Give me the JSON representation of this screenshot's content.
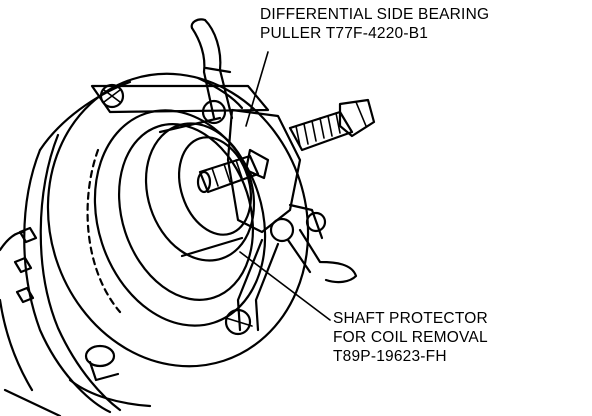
{
  "callouts": {
    "puller": {
      "line1": "DIFFERENTIAL SIDE BEARING",
      "line2": "PULLER T77F-4220-B1"
    },
    "protector": {
      "line1": "SHAFT PROTECTOR",
      "line2": "FOR COIL REMOVAL",
      "line3": "T89P-19623-FH"
    }
  },
  "colors": {
    "ink": "#000000",
    "paper": "#ffffff"
  }
}
